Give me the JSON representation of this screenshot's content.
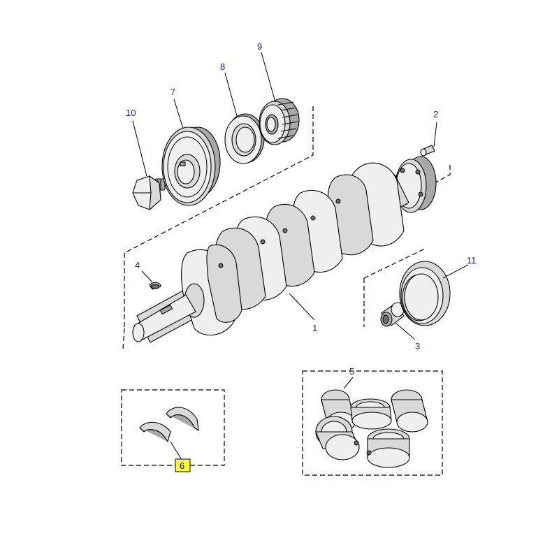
{
  "callouts": {
    "c1": "1",
    "c2": "2",
    "c3": "3",
    "c4": "4",
    "c5": "5",
    "c6": "6",
    "c7": "7",
    "c8": "8",
    "c9": "9",
    "c10": "10",
    "c11": "11"
  },
  "colors": {
    "callout_text": "#1a1aa6",
    "highlight_box": "#ffff33"
  }
}
